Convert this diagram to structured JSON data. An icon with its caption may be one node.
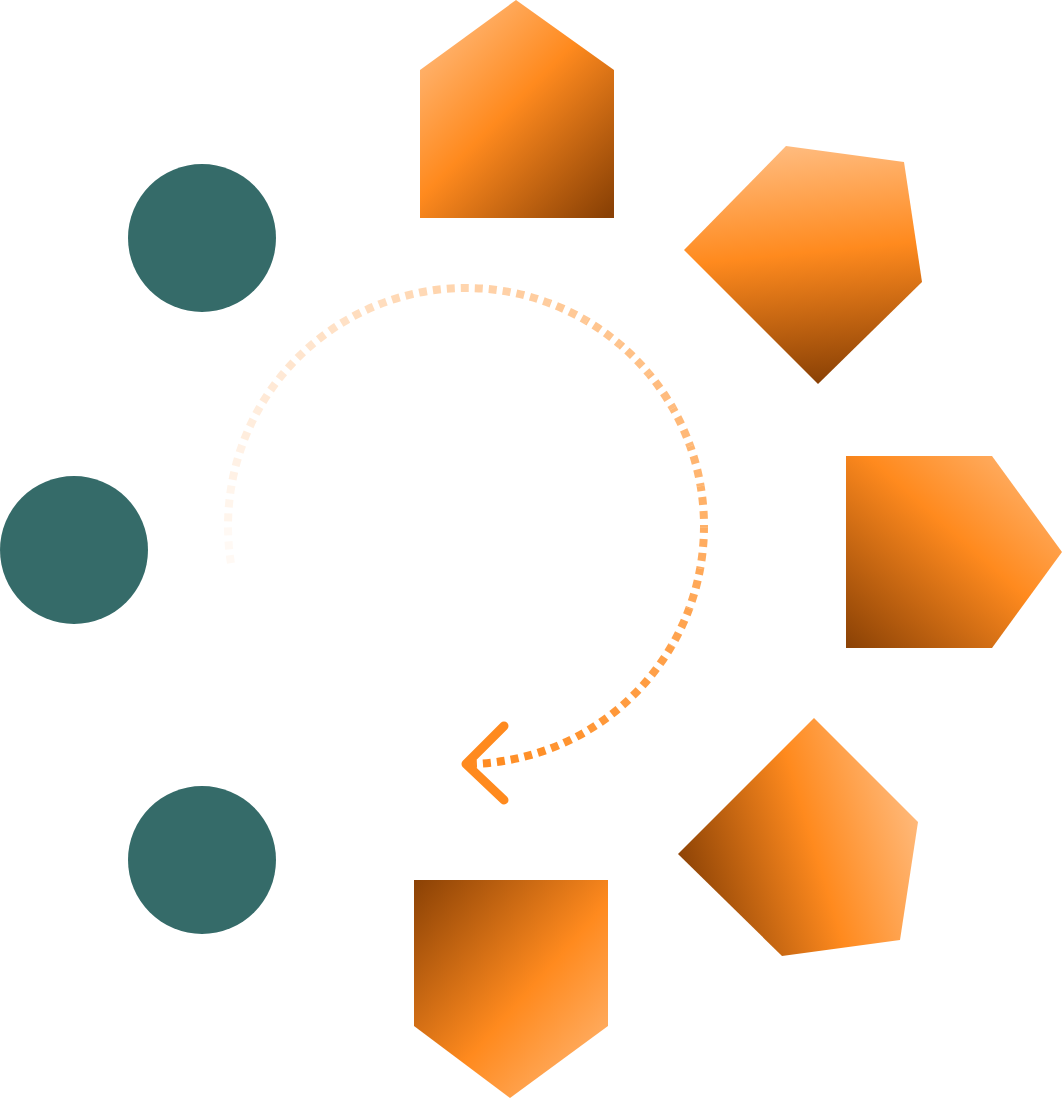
{
  "diagram": {
    "nodes": [
      {
        "text": [],
        "shape": "circle"
      },
      {
        "text": [],
        "shape": "circle"
      },
      {
        "text": [],
        "shape": "circle"
      },
      {
        "text": [],
        "shape": "pentagon"
      },
      {
        "text": [],
        "shape": "pentagon"
      },
      {
        "text": [],
        "shape": "pentagon"
      },
      {
        "text": [],
        "shape": "pentagon"
      },
      {
        "text": [],
        "shape": "pentagon"
      }
    ]
  }
}
